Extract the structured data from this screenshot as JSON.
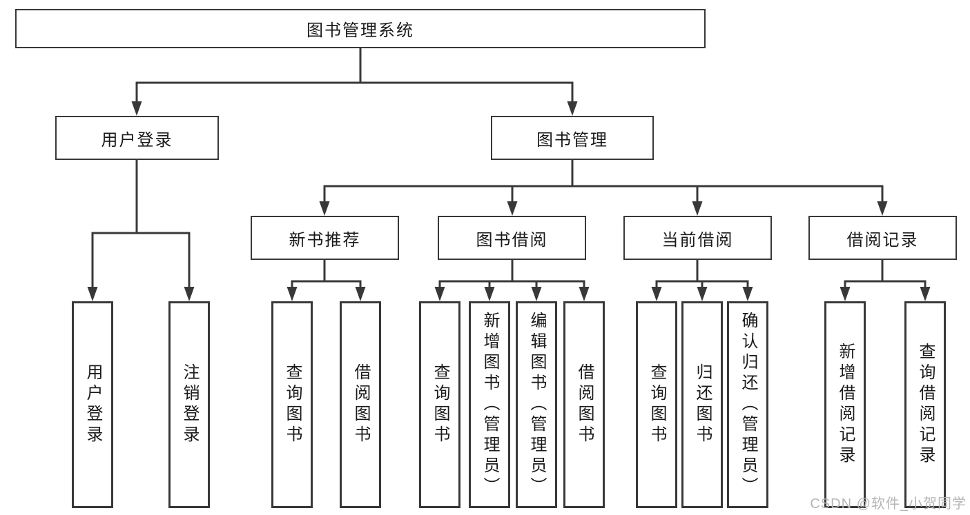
{
  "diagram": {
    "type": "tree",
    "title": "图书管理系统",
    "colors": {
      "line": "#383838",
      "box_border": "#383838",
      "box_fill": "#ffffff",
      "text": "#1a1a1a",
      "watermark": "#b5b5b5",
      "background": "#ffffff"
    }
  },
  "tree": {
    "root": {
      "label": "图书管理系统",
      "children": [
        {
          "label": "用户登录",
          "children": [
            {
              "label": "用户登录"
            },
            {
              "label": "注销登录"
            }
          ]
        },
        {
          "label": "图书管理",
          "children": [
            {
              "label": "新书推荐",
              "children": [
                {
                  "label": "查询图书"
                },
                {
                  "label": "借阅图书"
                }
              ]
            },
            {
              "label": "图书借阅",
              "children": [
                {
                  "label": "查询图书"
                },
                {
                  "label": "新增图书（管理员）"
                },
                {
                  "label": "编辑图书（管理员）"
                },
                {
                  "label": "借阅图书"
                }
              ]
            },
            {
              "label": "当前借阅",
              "children": [
                {
                  "label": "查询图书"
                },
                {
                  "label": "归还图书"
                },
                {
                  "label": "确认归还（管理员）"
                }
              ]
            },
            {
              "label": "借阅记录",
              "children": [
                {
                  "label": "新增借阅记录"
                },
                {
                  "label": "查询借阅记录"
                }
              ]
            }
          ]
        }
      ]
    }
  },
  "watermark": {
    "text": "CSDN @软件_小贺同学"
  }
}
